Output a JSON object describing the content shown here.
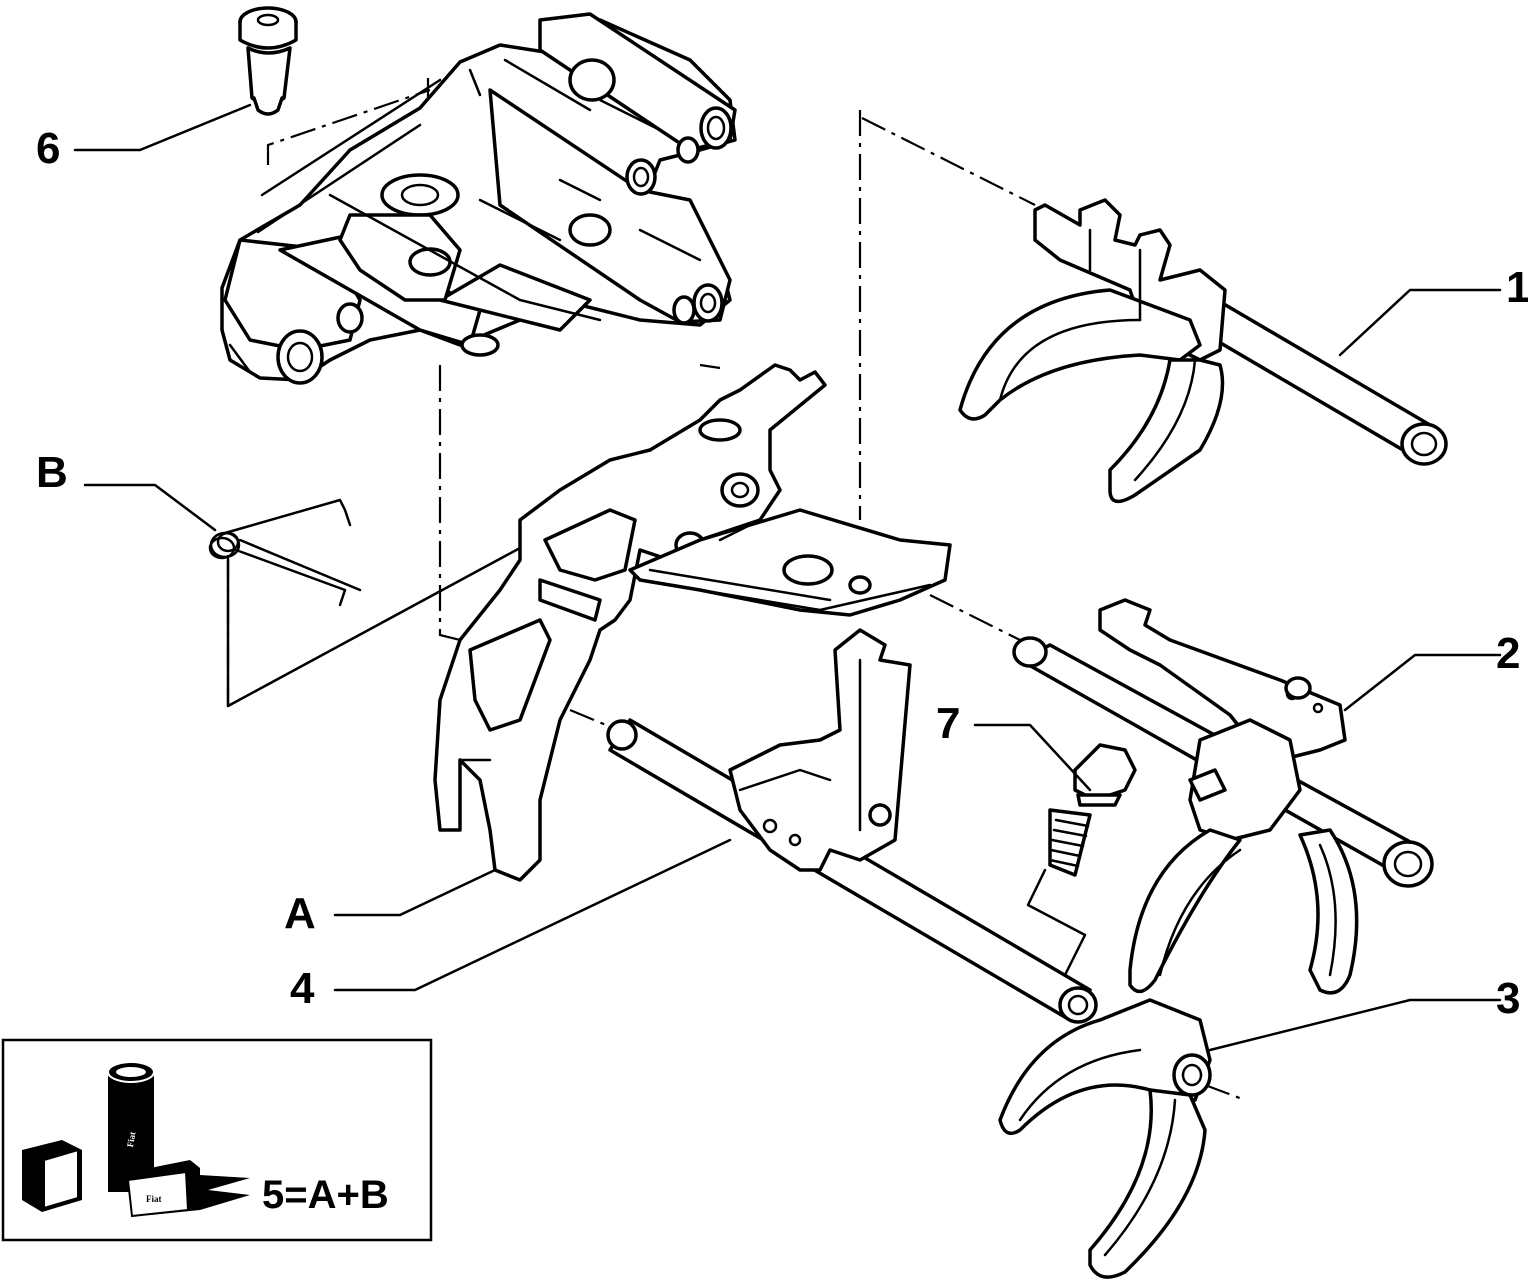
{
  "callouts": {
    "c1": "1",
    "c2": "2",
    "c3": "3",
    "c4": "4",
    "c6": "6",
    "c7": "7",
    "cA": "A",
    "cB": "B"
  },
  "kit": {
    "formula": "5=A+B",
    "brand": "Fiat"
  },
  "colors": {
    "ink": "#000000",
    "paper": "#ffffff"
  }
}
